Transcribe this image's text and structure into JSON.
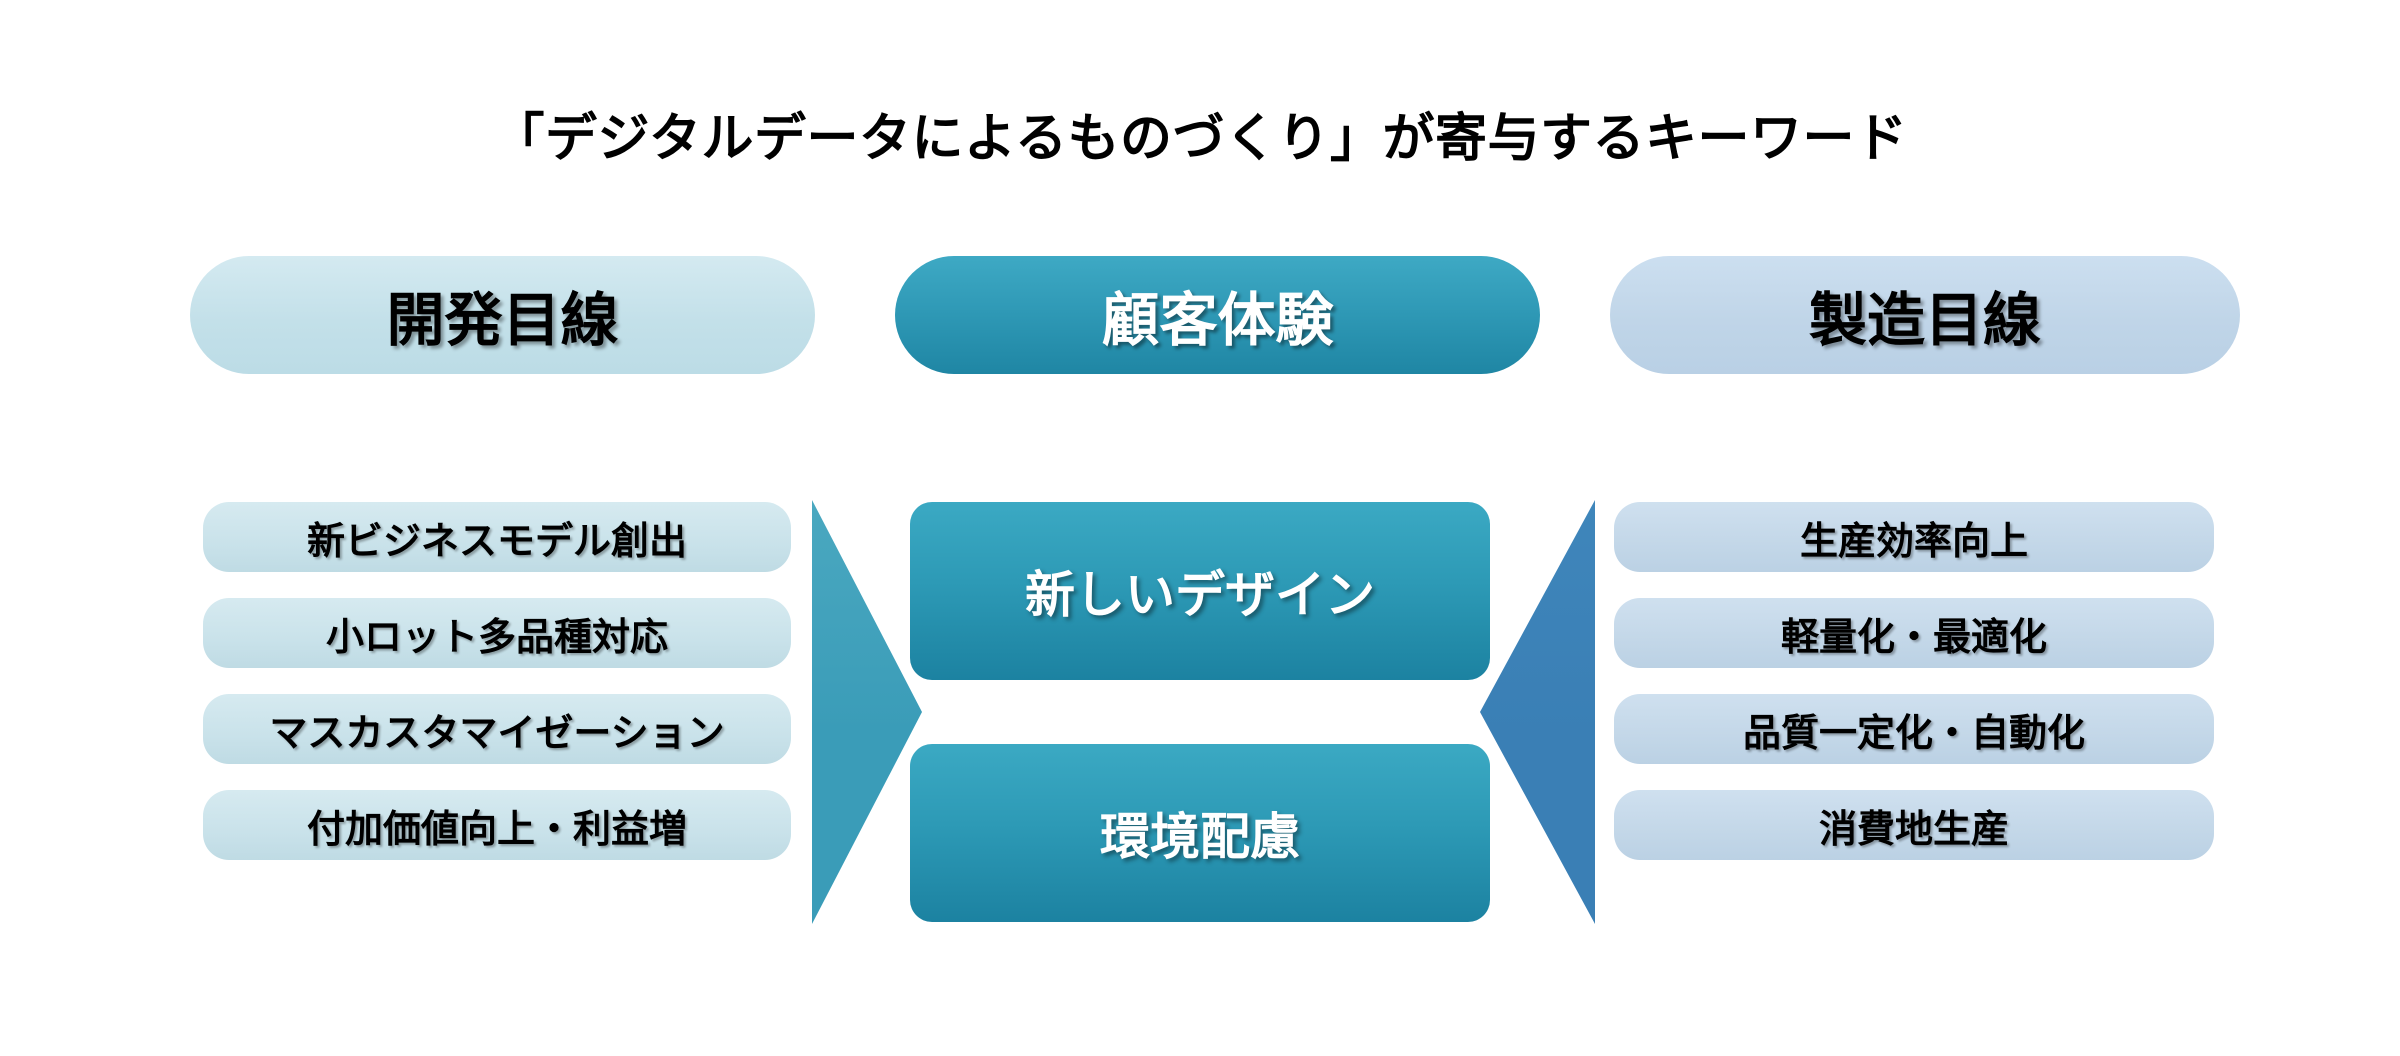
{
  "slide": {
    "title": "「デジタルデータによるものづくり」が寄与するキーワード"
  },
  "columns": {
    "left": {
      "header": "開発目線",
      "items": [
        "新ビジネスモデル創出",
        "小ロット多品種対応",
        "マスカスタマイゼーション",
        "付加価値向上・利益増"
      ]
    },
    "center": {
      "header": "顧客体験",
      "items": [
        "新しいデザイン",
        "環境配慮"
      ]
    },
    "right": {
      "header": "製造目線",
      "items": [
        "生産効率向上",
        "軽量化・最適化",
        "品質一定化・自動化",
        "消費地生産"
      ]
    }
  },
  "arrows": {
    "left_to_center": {
      "direction": "right",
      "color": "#3a9cb8"
    },
    "right_to_center": {
      "direction": "left",
      "color": "#3a7fb5"
    }
  },
  "colors": {
    "background": "#ffffff",
    "left_fill": "#c9e2ea",
    "center_fill": "#2d9ab6",
    "right_fill": "#c3d7e8",
    "text_dark": "#000000",
    "text_light": "#ffffff"
  }
}
